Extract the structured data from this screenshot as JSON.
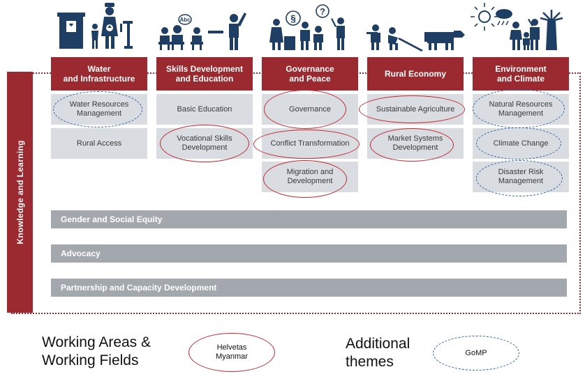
{
  "sidebar": {
    "label": "Knowledge and Learning"
  },
  "columns": [
    {
      "header": "Water\nand Infrastructure",
      "fields": [
        "Water Resources\nManagement",
        "Rural Access"
      ]
    },
    {
      "header": "Skills Development\nand Education",
      "fields": [
        "Basic Education",
        "Vocational Skills\nDevelopment"
      ]
    },
    {
      "header": "Governance\nand Peace",
      "fields": [
        "Governance",
        "Conflict Transformation",
        "Migration and\nDevelopment"
      ]
    },
    {
      "header": "Rural Economy",
      "fields": [
        "Sustainable Agriculture",
        "Market Systems\nDevelopment"
      ]
    },
    {
      "header": "Environment\nand Climate",
      "fields": [
        "Natural Resources\nManagement",
        "Climate Change",
        "Disaster Risk\nManagement"
      ]
    }
  ],
  "bars": [
    "Gender and Social Equity",
    "Advocacy",
    "Partnership and Capacity Development"
  ],
  "legend": {
    "working_areas": "Working Areas &\nWorking Fields",
    "helvetas": "Helvetas\nMyanmar",
    "additional": "Additional\nthemes",
    "gomp": "GoMP"
  },
  "icon_text": {
    "abc": "Abc",
    "section": "§",
    "question": "?"
  },
  "colors": {
    "header_red": "#9b2a30",
    "field_gray": "#d9dde1",
    "bar_gray": "#a2a8ae",
    "icon_navy": "#1e3f63",
    "ellipse_red": "#c0282f",
    "ellipse_blue": "#2f63a8"
  }
}
